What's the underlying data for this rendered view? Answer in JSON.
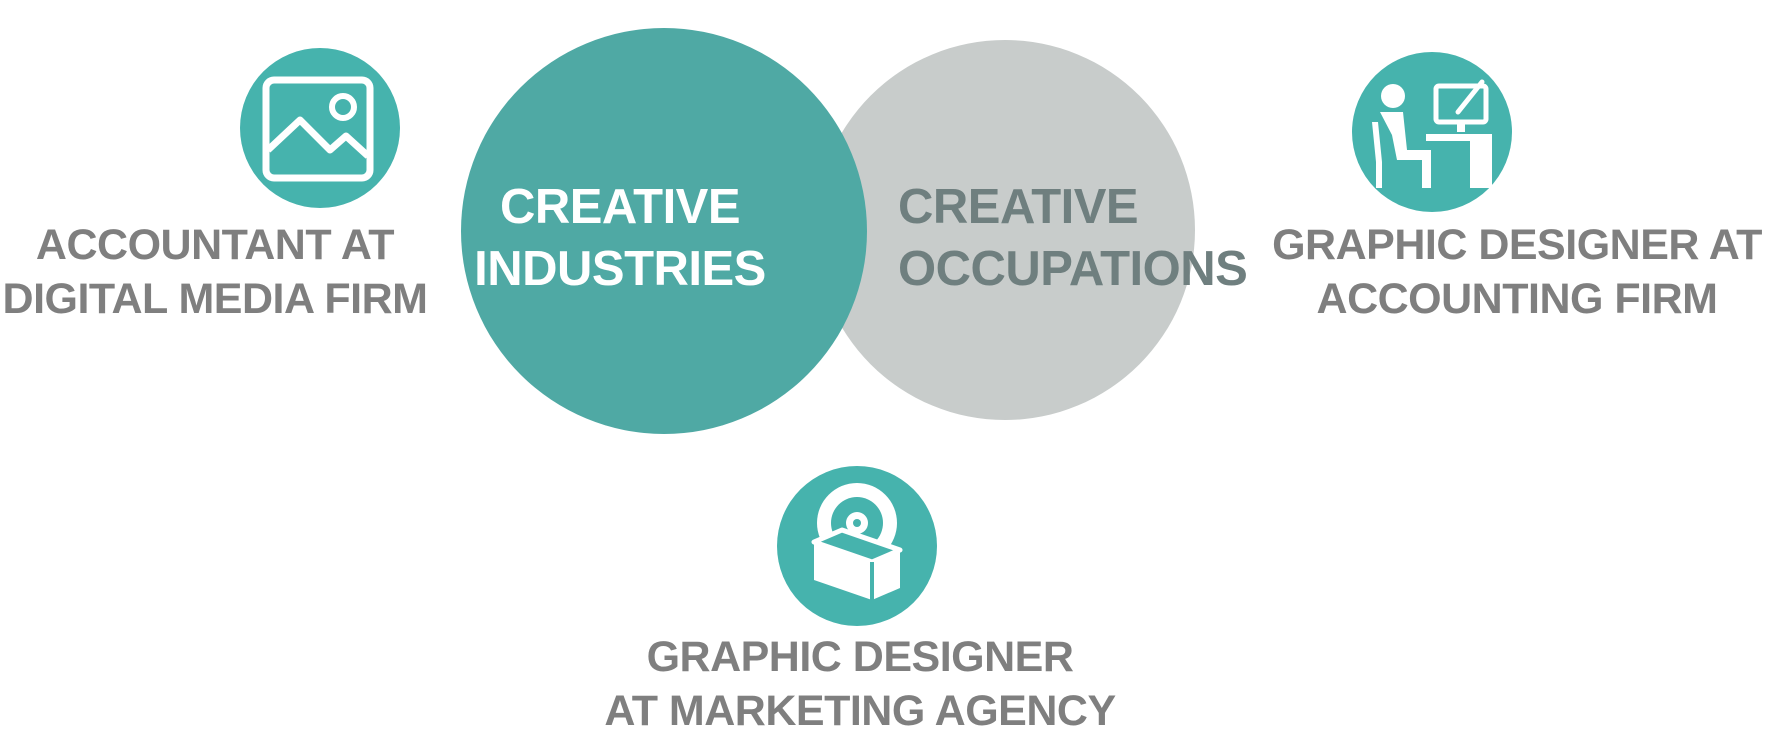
{
  "colors": {
    "teal": "#4fa9a4",
    "icon_teal": "#46b3ad",
    "grey_circle": "#c8cccb",
    "caption_grey": "#7f7f7f",
    "occupations_text": "#6f7f7f",
    "white": "#ffffff"
  },
  "venn": {
    "industries": {
      "line1": "CREATIVE",
      "line2": "INDUSTRIES"
    },
    "occupations": {
      "line1": "CREATIVE",
      "line2": "OCCUPATIONS"
    }
  },
  "examples": {
    "accountant": {
      "icon": "image-landscape-icon",
      "line1": "ACCOUNTANT AT",
      "line2": "DIGITAL MEDIA FIRM"
    },
    "designer_accounting": {
      "icon": "person-at-computer-icon",
      "line1": "GRAPHIC DESIGNER AT",
      "line2": "ACCOUNTING FIRM"
    },
    "designer_marketing": {
      "icon": "disc-box-icon",
      "line1": "GRAPHIC DESIGNER",
      "line2": "AT MARKETING AGENCY"
    }
  }
}
